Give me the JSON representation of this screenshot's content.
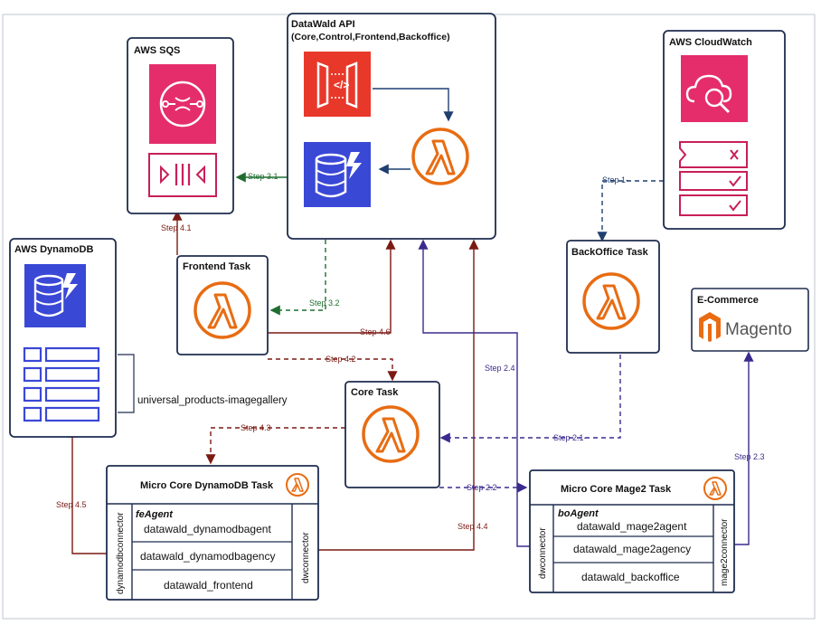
{
  "colors": {
    "frame": "#1f2d4f",
    "lambda": "#e86c12",
    "sqs": "#e52d6b",
    "api_gateway": "#e8382a",
    "dynamodb": "#3a48d6",
    "cloudwatch": "#e52d6b",
    "green_edge": "#1f6e30",
    "red_edge": "#7b1a13",
    "purple_edge": "#3b2a8e",
    "navy_edge": "#1f3f70"
  },
  "icons": {
    "sqs": "sqs-icon",
    "queue": "queue-icon",
    "api": "api-gateway-icon",
    "lambda": "lambda-icon",
    "dynamodb": "dynamodb-icon",
    "cloudwatch": "cloudwatch-icon",
    "checklist": "checklist-icon",
    "table": "table-icon",
    "magento": "magento-icon"
  },
  "boxes": {
    "datawald_api": {
      "title": "DataWald API",
      "subtitle": "(Core,Control,Frontend,Backoffice)"
    },
    "sqs": {
      "title": "AWS SQS"
    },
    "cloudwatch": {
      "title": "AWS CloudWatch"
    },
    "dynamodb": {
      "title": "AWS DynamoDB",
      "table_label": "universal_products-imagegallery"
    },
    "frontend_task": {
      "title": "Frontend Task"
    },
    "backoffice_task": {
      "title": "BackOffice Task"
    },
    "core_task": {
      "title": "Core Task"
    },
    "ecommerce": {
      "title": "E-Commerce",
      "logo_text": "Magento"
    },
    "micro_dynamodb": {
      "title": "Micro Core DynamoDB Task",
      "agent": "feAgent",
      "left_vertical": "dynamodbconnector",
      "right_vertical": "dwconnector",
      "rows": [
        "datawald_dynamodbagent",
        "datawald_dynamodbagency",
        "datawald_frontend"
      ]
    },
    "micro_mage2": {
      "title": "Micro Core Mage2 Task",
      "agent": "boAgent",
      "left_vertical": "dwconnector",
      "right_vertical": "mage2connector",
      "rows": [
        "datawald_mage2agent",
        "datawald_mage2agency",
        "datawald_backoffice"
      ]
    }
  },
  "steps": {
    "s1": "Step 1-",
    "s21": "Step 2.1-",
    "s22": "Step 2.2",
    "s23": "Step 2.3",
    "s24": "Step 2.4",
    "s31": "Step 3.1",
    "s32": "Step 3.2",
    "s41": "Step 4.1",
    "s42": "Step 4.2",
    "s43": "Step 4.3",
    "s44": "Step 4.4",
    "s45": "Step 4.5",
    "s46": "Step 4.6"
  }
}
